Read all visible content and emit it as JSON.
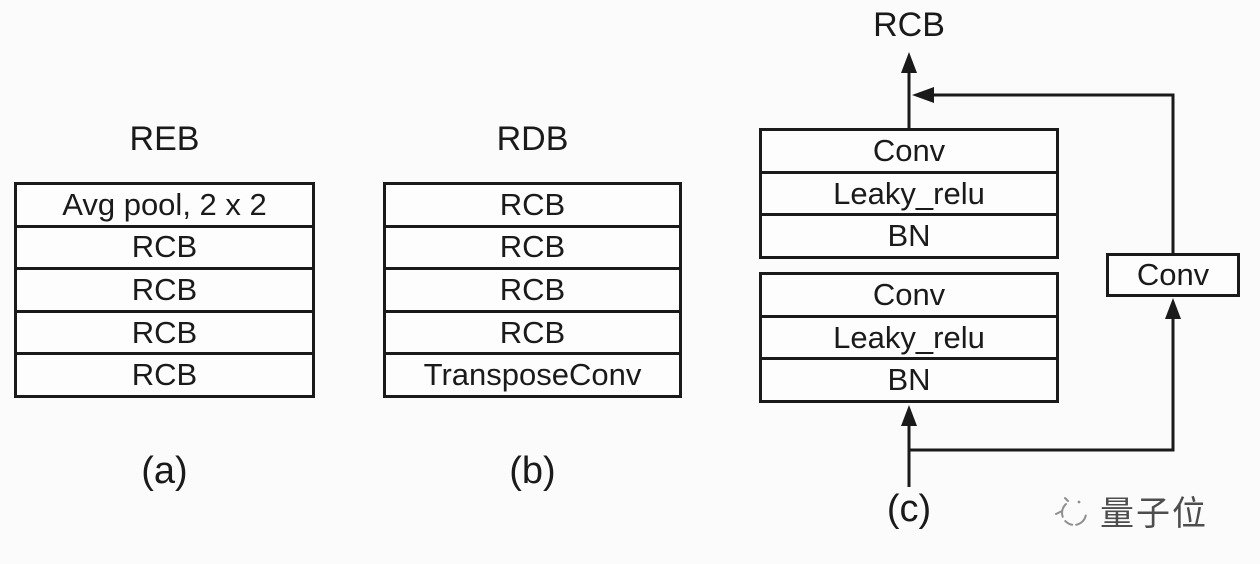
{
  "figure": {
    "background_color": "#fbfbfb",
    "line_color": "#1a1a1a"
  },
  "blocks": {
    "a": {
      "title": "REB",
      "rows": [
        "Avg pool, 2 x 2",
        "RCB",
        "RCB",
        "RCB",
        "RCB"
      ],
      "caption": "(a)"
    },
    "b": {
      "title": "RDB",
      "rows": [
        "RCB",
        "RCB",
        "RCB",
        "RCB",
        "TransposeConv"
      ],
      "caption": "(b)"
    },
    "c": {
      "title": "RCB",
      "caption": "(c)",
      "stack1": [
        "Conv",
        "Leaky_relu",
        "BN"
      ],
      "stack2": [
        "Conv",
        "Leaky_relu",
        "BN"
      ],
      "side_box": "Conv"
    }
  },
  "watermark": {
    "text": "量子位"
  }
}
